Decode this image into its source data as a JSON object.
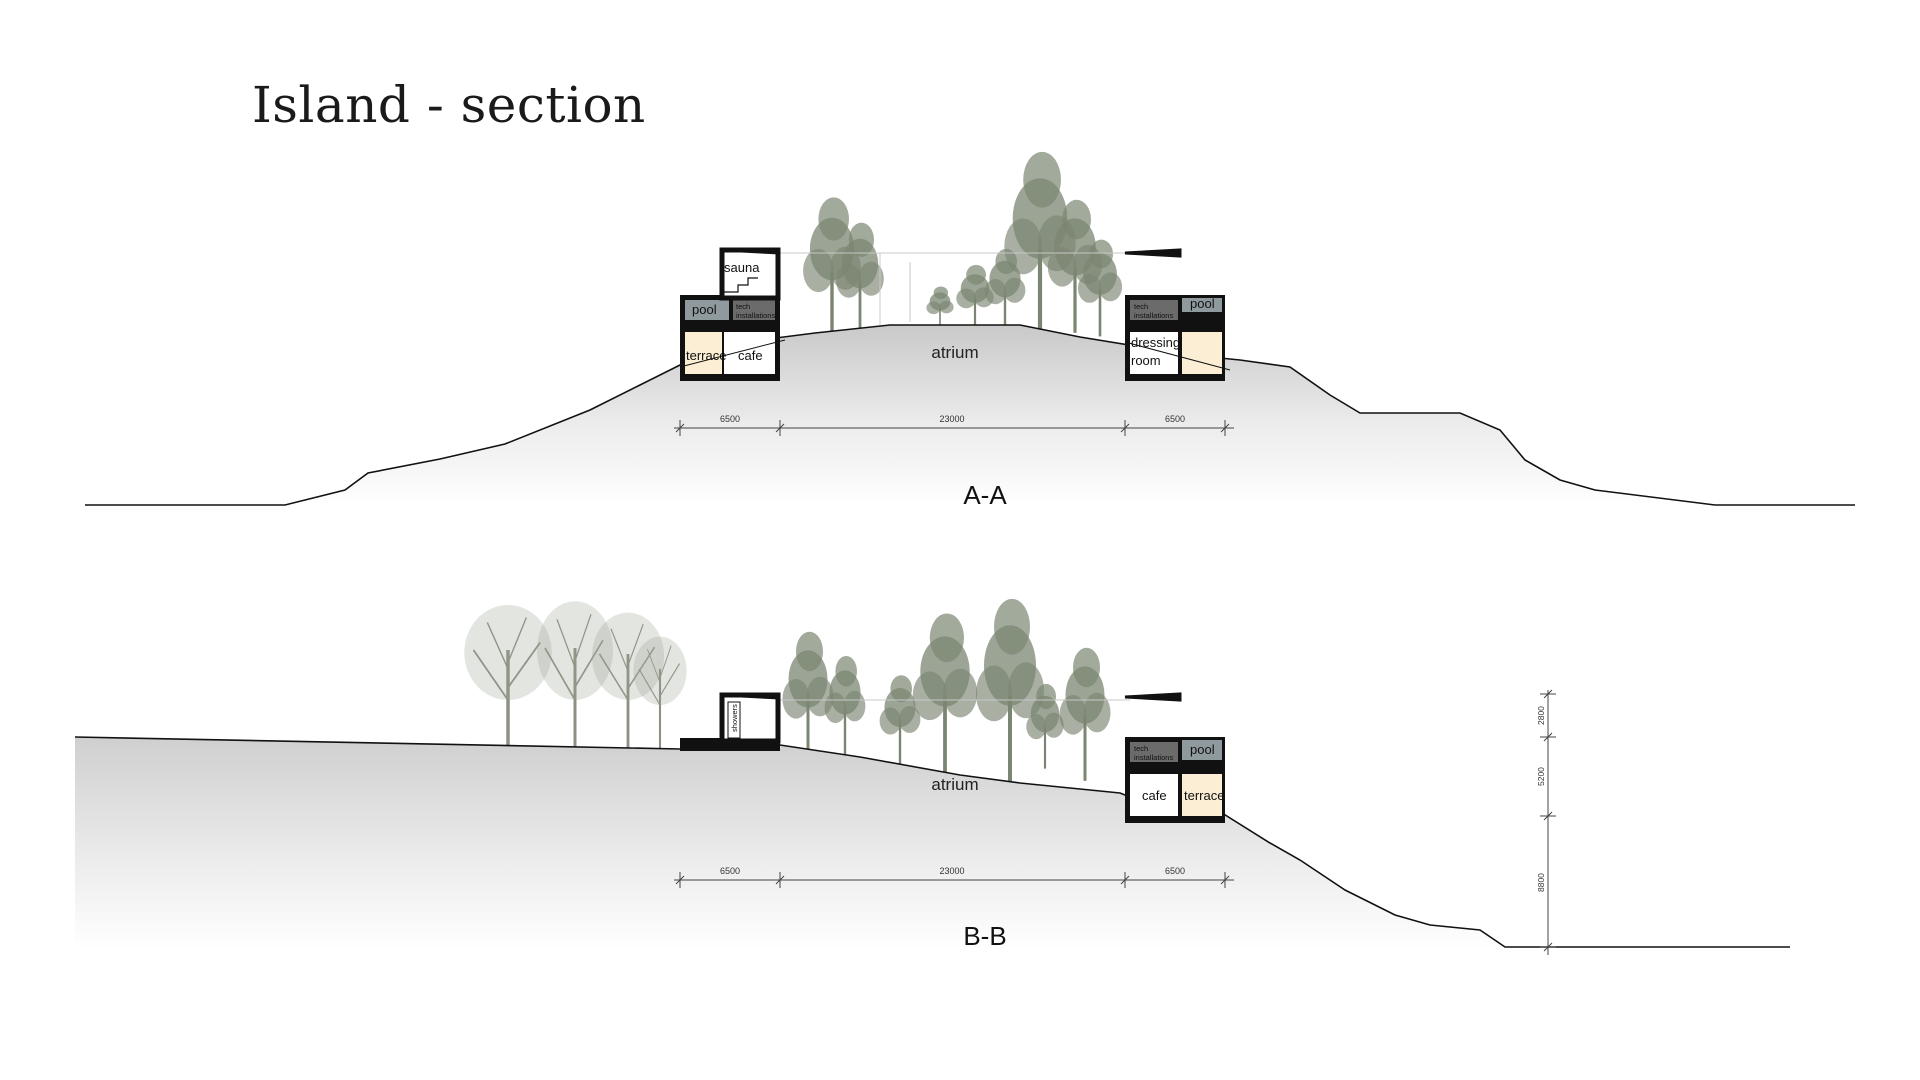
{
  "title": "Island - section",
  "colors": {
    "ground_top": "#cfcfcf",
    "ground_bottom": "#ffffff",
    "building": "#111111",
    "pool": "#8f9a9e",
    "tech": "#6b6b6b",
    "terrace": "#fbeed4",
    "trees": "#7b8672"
  },
  "section_aa": {
    "label": "A-A",
    "rooms": {
      "sauna": "sauna",
      "pool_left": "pool",
      "tech_left_1": "tech",
      "tech_left_2": "installations",
      "terrace": "terrace",
      "cafe": "cafe",
      "atrium": "atrium",
      "tech_right_1": "tech",
      "tech_right_2": "installations",
      "pool_right": "pool",
      "dressing_1": "dressing",
      "dressing_2": "room"
    },
    "dimensions": [
      "6500",
      "23000",
      "6500"
    ]
  },
  "section_bb": {
    "label": "B-B",
    "rooms": {
      "showers": "showers",
      "atrium": "atrium",
      "tech_1": "tech",
      "tech_2": "installations",
      "pool": "pool",
      "cafe": "cafe",
      "terrace": "terrace"
    },
    "dimensions": [
      "6500",
      "23000",
      "6500"
    ],
    "vertical_dimensions": [
      "2800",
      "5200",
      "8800"
    ]
  }
}
